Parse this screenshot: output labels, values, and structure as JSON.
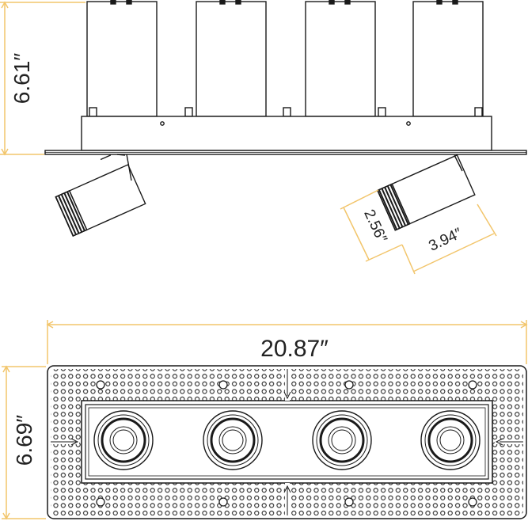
{
  "dimensions": {
    "height_side": "6.61″",
    "head_diameter": "2.56″",
    "head_length": "3.94″",
    "overall_width": "20.87″",
    "overall_depth": "6.69″"
  },
  "colors": {
    "dimension_line": "#f2c56b",
    "outline": "#1a1a1a",
    "text": "#222222"
  },
  "fixture": {
    "lamp_count": 4
  }
}
